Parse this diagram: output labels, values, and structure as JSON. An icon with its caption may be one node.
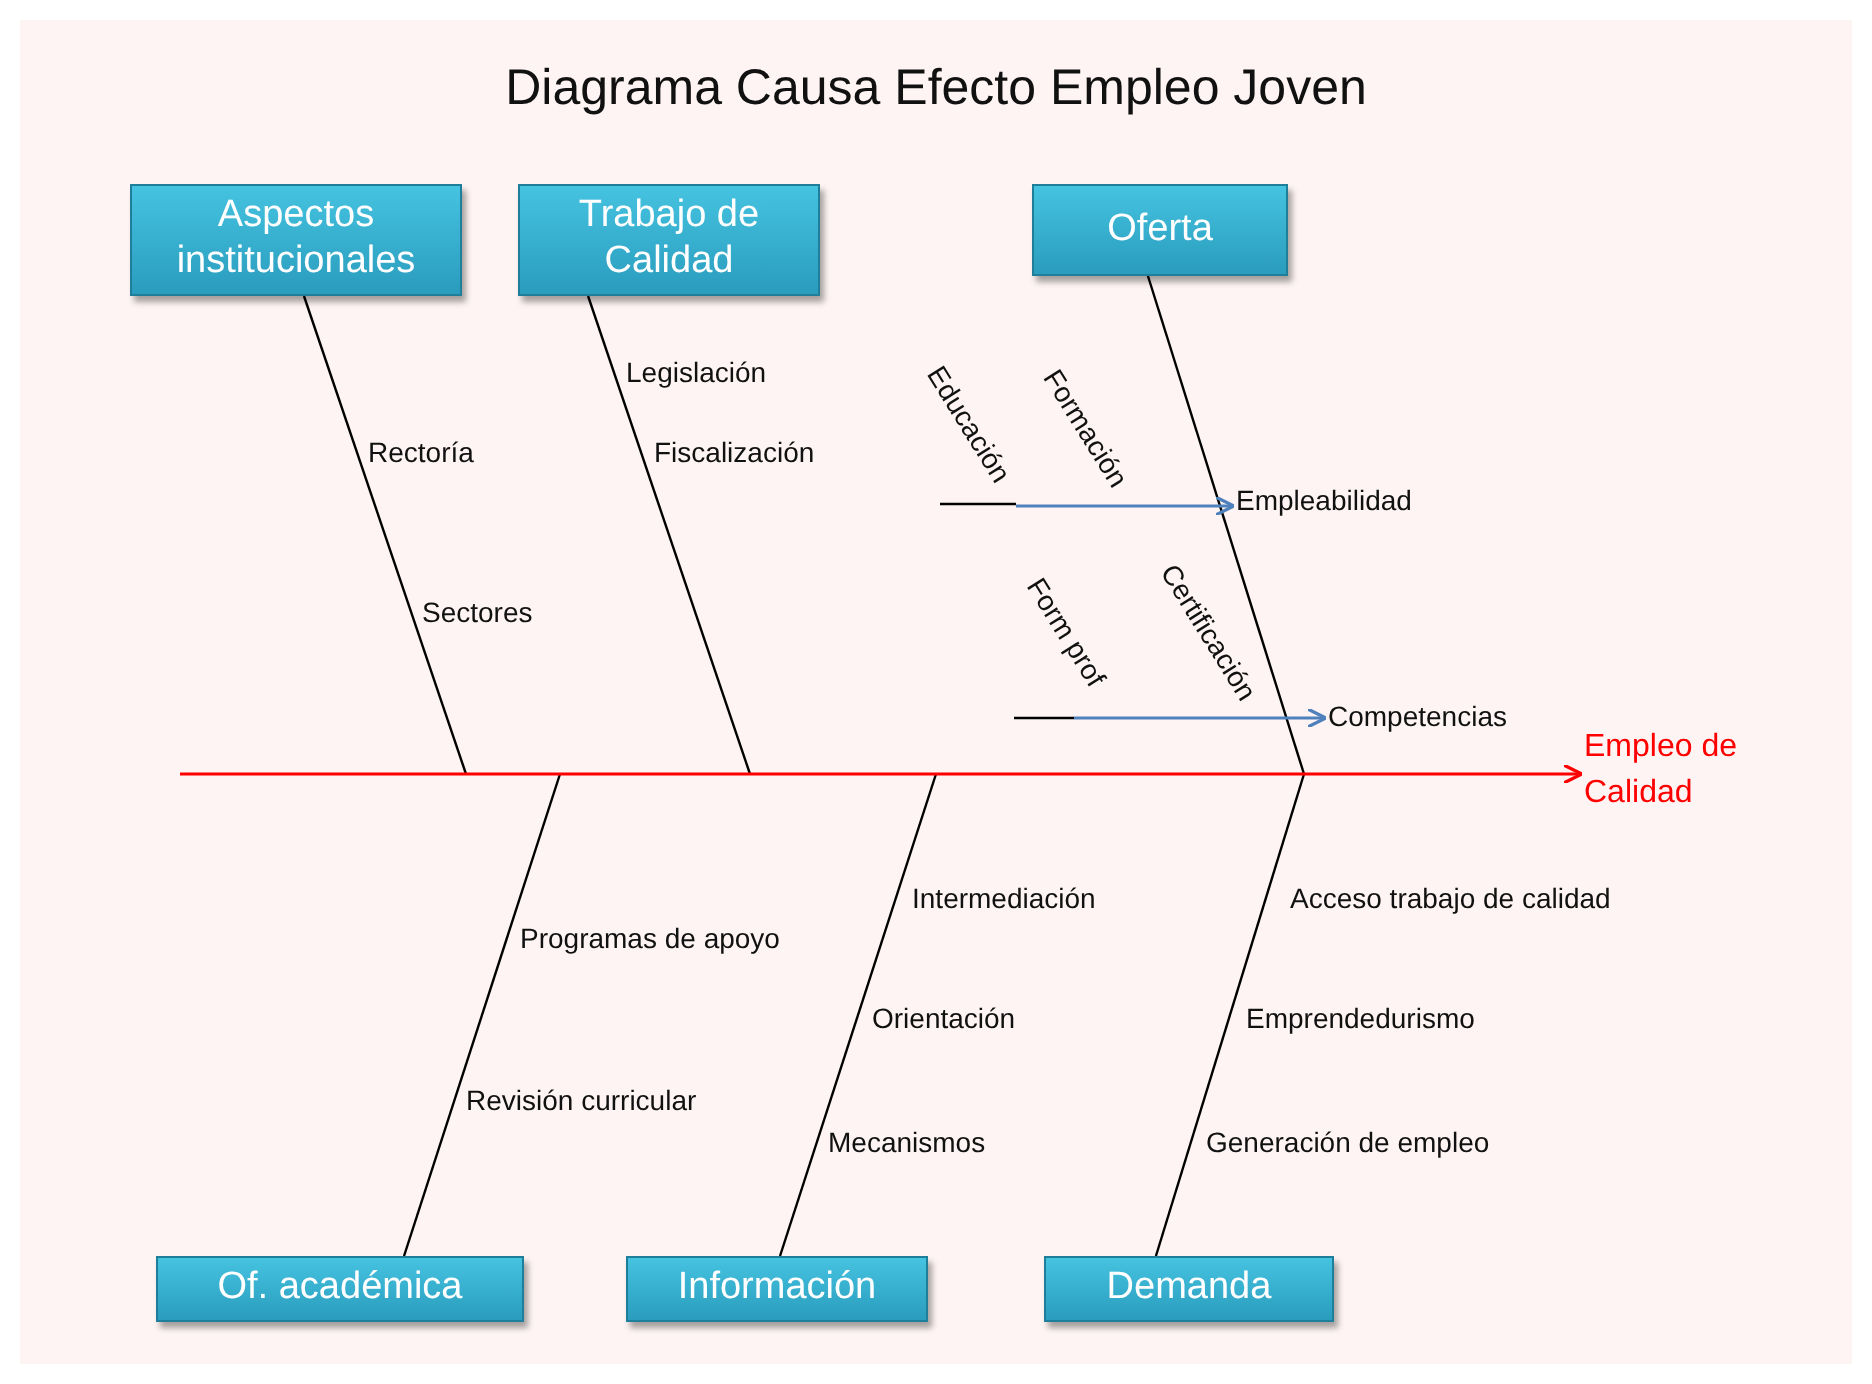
{
  "diagram": {
    "title": "Diagrama Causa Efecto Empleo Joven",
    "nodes": [
      {
        "text": [
          "Aspectos institucionales"
        ]
      },
      {
        "text": [
          "Trabajo de Calidad"
        ]
      },
      {
        "text": [
          "Oferta"
        ]
      },
      {
        "text": [
          "Of. académica"
        ]
      },
      {
        "text": [
          "Información"
        ]
      },
      {
        "text": [
          "Demanda"
        ]
      },
      {
        "text": [
          "Empleo de Calidad"
        ]
      },
      {
        "text": [
          "Empleabilidad"
        ]
      },
      {
        "text": [
          "Competencias"
        ]
      }
    ],
    "edges": [
      {
        "from": 0,
        "to": null,
        "arrow": "none"
      },
      {
        "from": 1,
        "to": null,
        "arrow": "none"
      },
      {
        "from": 2,
        "to": null,
        "arrow": "none"
      },
      {
        "from": 3,
        "to": null,
        "arrow": "none"
      },
      {
        "from": 4,
        "to": null,
        "arrow": "none"
      },
      {
        "from": 5,
        "to": null,
        "arrow": "none"
      },
      {
        "from": null,
        "to": 6,
        "arrow": "to",
        "color": "#ff0000"
      },
      {
        "from": null,
        "to": 7,
        "arrow": "to",
        "color": "#4f81bd"
      },
      {
        "from": null,
        "to": 8,
        "arrow": "to",
        "color": "#4f81bd"
      }
    ],
    "labels": [
      "Legislación",
      "Educación",
      "Formación",
      "Rectoría",
      "Fiscalización",
      "Form prof",
      "Certificación",
      "Sectores",
      "Intermediación",
      "Programas de apoyo",
      "Acceso trabajo de calidad",
      "Orientación",
      "Emprendedurismo",
      "Revisión curricular",
      "Mecanismos",
      "Generación de empleo"
    ]
  }
}
